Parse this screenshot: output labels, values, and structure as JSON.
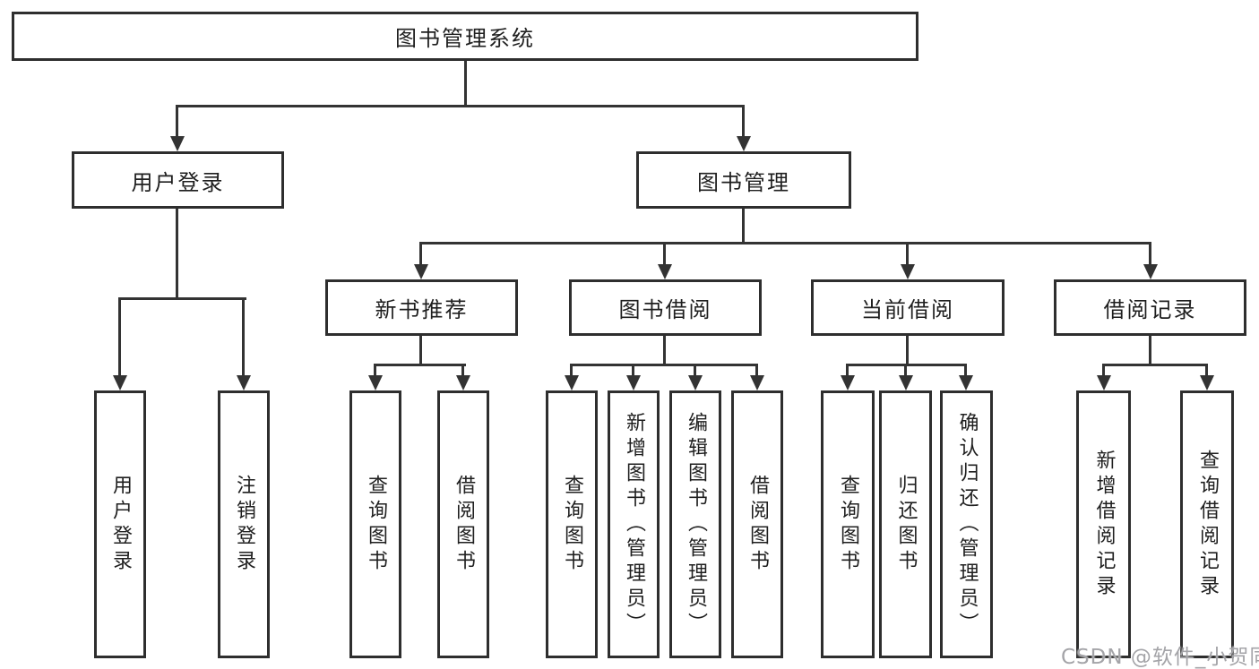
{
  "diagram": {
    "root": {
      "label": "图书管理系统"
    },
    "level2": {
      "user_login": {
        "label": "用户登录"
      },
      "book_management": {
        "label": "图书管理"
      }
    },
    "level3": {
      "new_book": {
        "label": "新书推荐"
      },
      "book_borrow": {
        "label": "图书借阅"
      },
      "current_borrow": {
        "label": "当前借阅"
      },
      "borrow_records": {
        "label": "借阅记录"
      }
    },
    "leaves": {
      "user": [
        "用户登录",
        "注销登录"
      ],
      "new_book": [
        "查询图书",
        "借阅图书"
      ],
      "book_borrow": [
        "查询图书",
        "新增图书（管理员）",
        "编辑图书（管理员）",
        "借阅图书"
      ],
      "current_borrow": [
        "查询图书",
        "归还图书",
        "确认归还（管理员）"
      ],
      "borrow_records": [
        "新增借阅记录",
        "查询借阅记录"
      ]
    }
  },
  "watermark": {
    "text": "CSDN @软件_小贺同学"
  },
  "colors": {
    "line": "#333333",
    "box_border": "#2e2e2e",
    "text": "#1f1f1f",
    "watermark": "#a4a4a8",
    "background": "#ffffff"
  }
}
